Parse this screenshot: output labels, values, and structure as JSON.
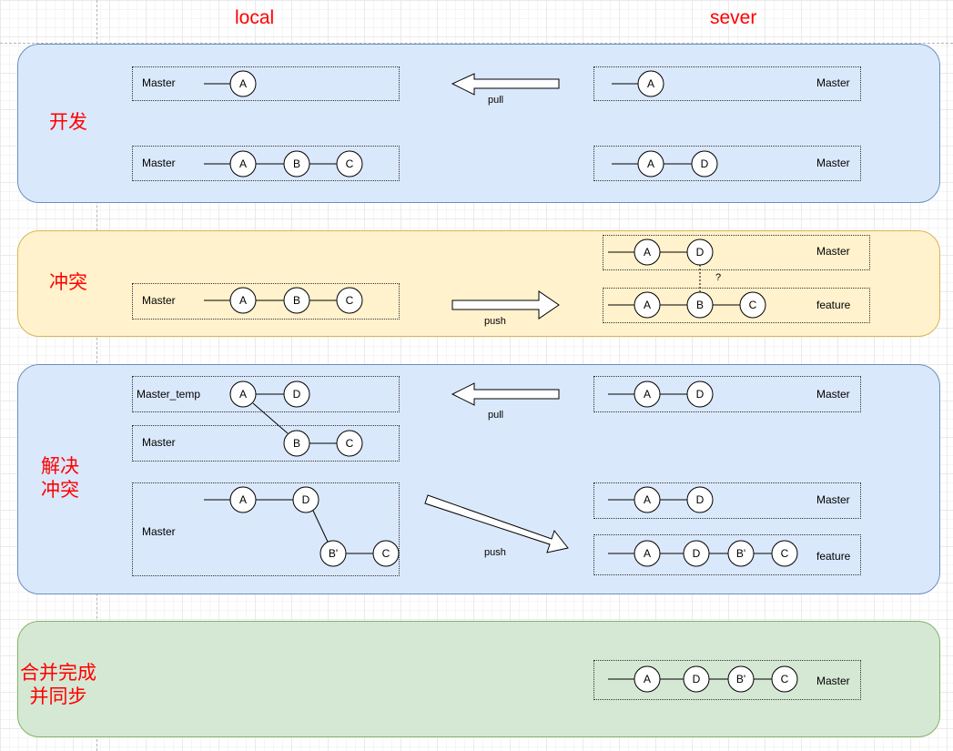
{
  "columns": {
    "local": "local",
    "server": "sever"
  },
  "stages": {
    "develop": "开发",
    "conflict": "冲突",
    "resolve": "解决\n冲突",
    "merged": "合并完成\n并同步"
  },
  "branches": {
    "master": "Master",
    "master_temp": "Master_temp",
    "feature": "feature"
  },
  "actions": {
    "pull": "pull",
    "push": "push"
  },
  "marks": {
    "question": "?"
  },
  "commits": {
    "a": "A",
    "b": "B",
    "c": "C",
    "d": "D",
    "b_prime": "B'"
  },
  "colors": {
    "stage_text": "#ff0000",
    "blue_fill": "#dae8fc",
    "blue_stroke": "#6c8ebf",
    "yellow_fill": "#fff2cc",
    "yellow_stroke": "#d6b656",
    "green_fill": "#d5e8d4",
    "green_stroke": "#82b366"
  }
}
